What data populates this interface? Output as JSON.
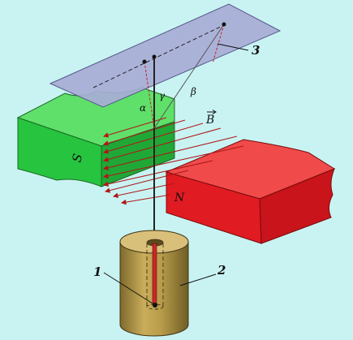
{
  "colors": {
    "background": "#c9f3f3",
    "plate": "#a8acd6",
    "magnet_s": "#27c43f",
    "magnet_n": "#e11b22",
    "cylinder": "#b59a45",
    "field_lines": "#b01818"
  },
  "labels": {
    "part_1": "1",
    "part_2": "2",
    "part_3": "3",
    "pole_s": "S",
    "pole_n": "N",
    "field_b": "B",
    "alpha": "α",
    "beta": "β",
    "gamma": "γ"
  }
}
